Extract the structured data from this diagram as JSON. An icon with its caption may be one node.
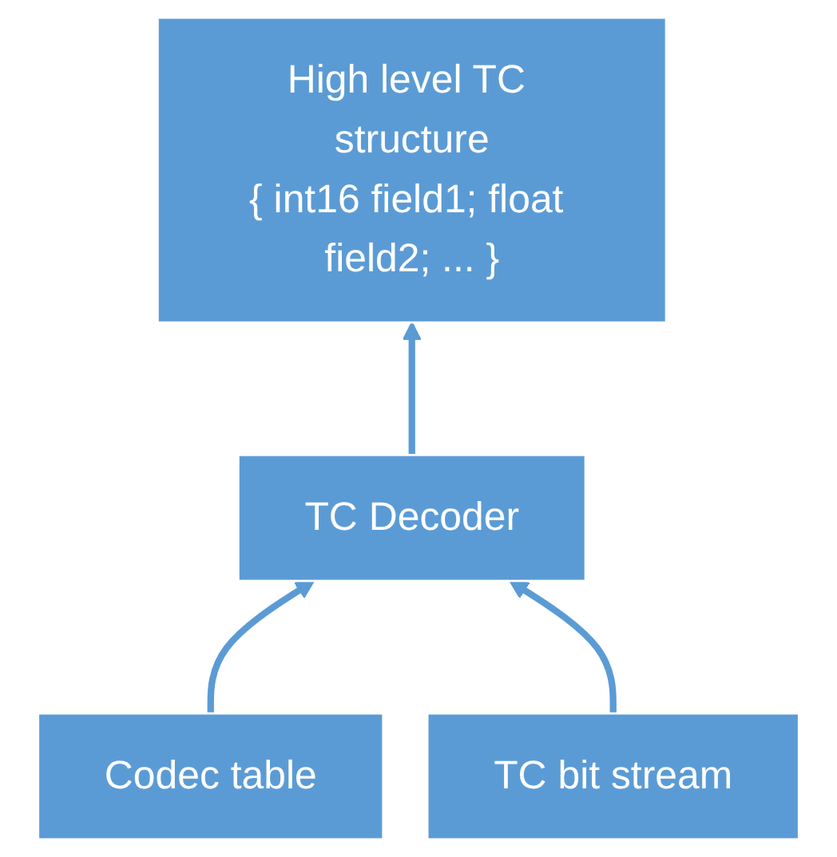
{
  "diagram": {
    "nodes": [
      {
        "text": [
          "High level TC structure",
          "{ int16 field1; float field2; ... }"
        ]
      },
      {
        "text": [
          "TC Decoder"
        ]
      },
      {
        "text": [
          "Codec table"
        ]
      },
      {
        "text": [
          "TC bit stream"
        ]
      }
    ],
    "edges": [
      {
        "from": 2,
        "to": 1,
        "arrow": "to"
      },
      {
        "from": 3,
        "to": 1,
        "arrow": "to"
      },
      {
        "from": 1,
        "to": 0,
        "arrow": "to"
      }
    ]
  }
}
